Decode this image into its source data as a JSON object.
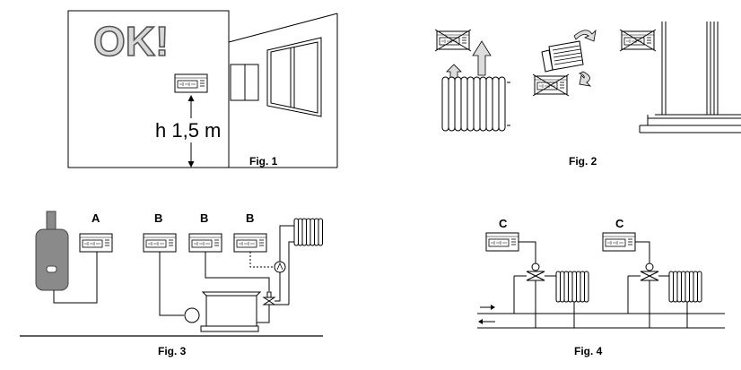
{
  "fig1": {
    "caption": "Fig. 1",
    "ok_text": "OK!",
    "height_label": "h 1,5 m"
  },
  "fig2": {
    "caption": "Fig. 2"
  },
  "fig3": {
    "caption": "Fig. 3",
    "label_a": "A",
    "label_b1": "B",
    "label_b2": "B",
    "label_b3": "B"
  },
  "fig4": {
    "caption": "Fig. 4",
    "label_c1": "C",
    "label_c2": "C"
  },
  "icons": [
    "thermostat-icon",
    "radiator-icon",
    "boiler-icon",
    "pump-icon",
    "valve-icon",
    "arrow-icon",
    "cross-icon",
    "window-icon",
    "door-icon"
  ]
}
